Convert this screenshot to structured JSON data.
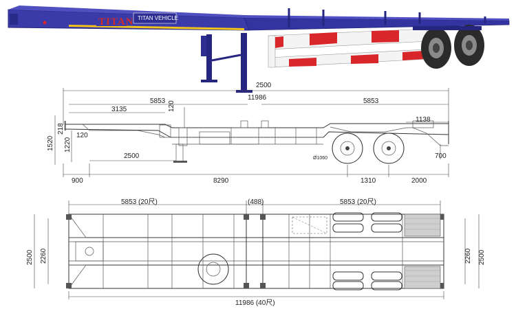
{
  "photo": {
    "brand_logo": "TITAN",
    "brand_plate": "TITAN VEHICLE",
    "colors": {
      "frame": "#3a3aa8",
      "frame_dark": "#262680",
      "stripe_yellow": "#f2c419",
      "reflector_red": "#d8262b",
      "reflector_white": "#f4f4f4",
      "tire": "#2b2b2b"
    }
  },
  "side_view": {
    "dims": {
      "overall_length": "11986",
      "front_height": "2500",
      "left_section": "5853",
      "right_section": "5853",
      "front_step": "3135",
      "step_height": "120",
      "total_h": "1520",
      "h_218": "218",
      "h_1220": "1220",
      "h_120": "120",
      "kingpin": "2500",
      "front_overhang": "900",
      "wheelbase": "8290",
      "axle_spread": "1310",
      "rear_overhang": "2000",
      "rear_end": "1138",
      "rear_height": "700",
      "tire_label": "Ø1060"
    }
  },
  "top_view": {
    "dims": {
      "left_section": "5853 (20尺)",
      "gap": "(488)",
      "right_section": "5853 (20尺)",
      "width_left": "2500",
      "width_inner_left": "2260",
      "width_inner_right": "2260",
      "width_right": "2500",
      "overall_length": "11986 (40尺)"
    }
  }
}
